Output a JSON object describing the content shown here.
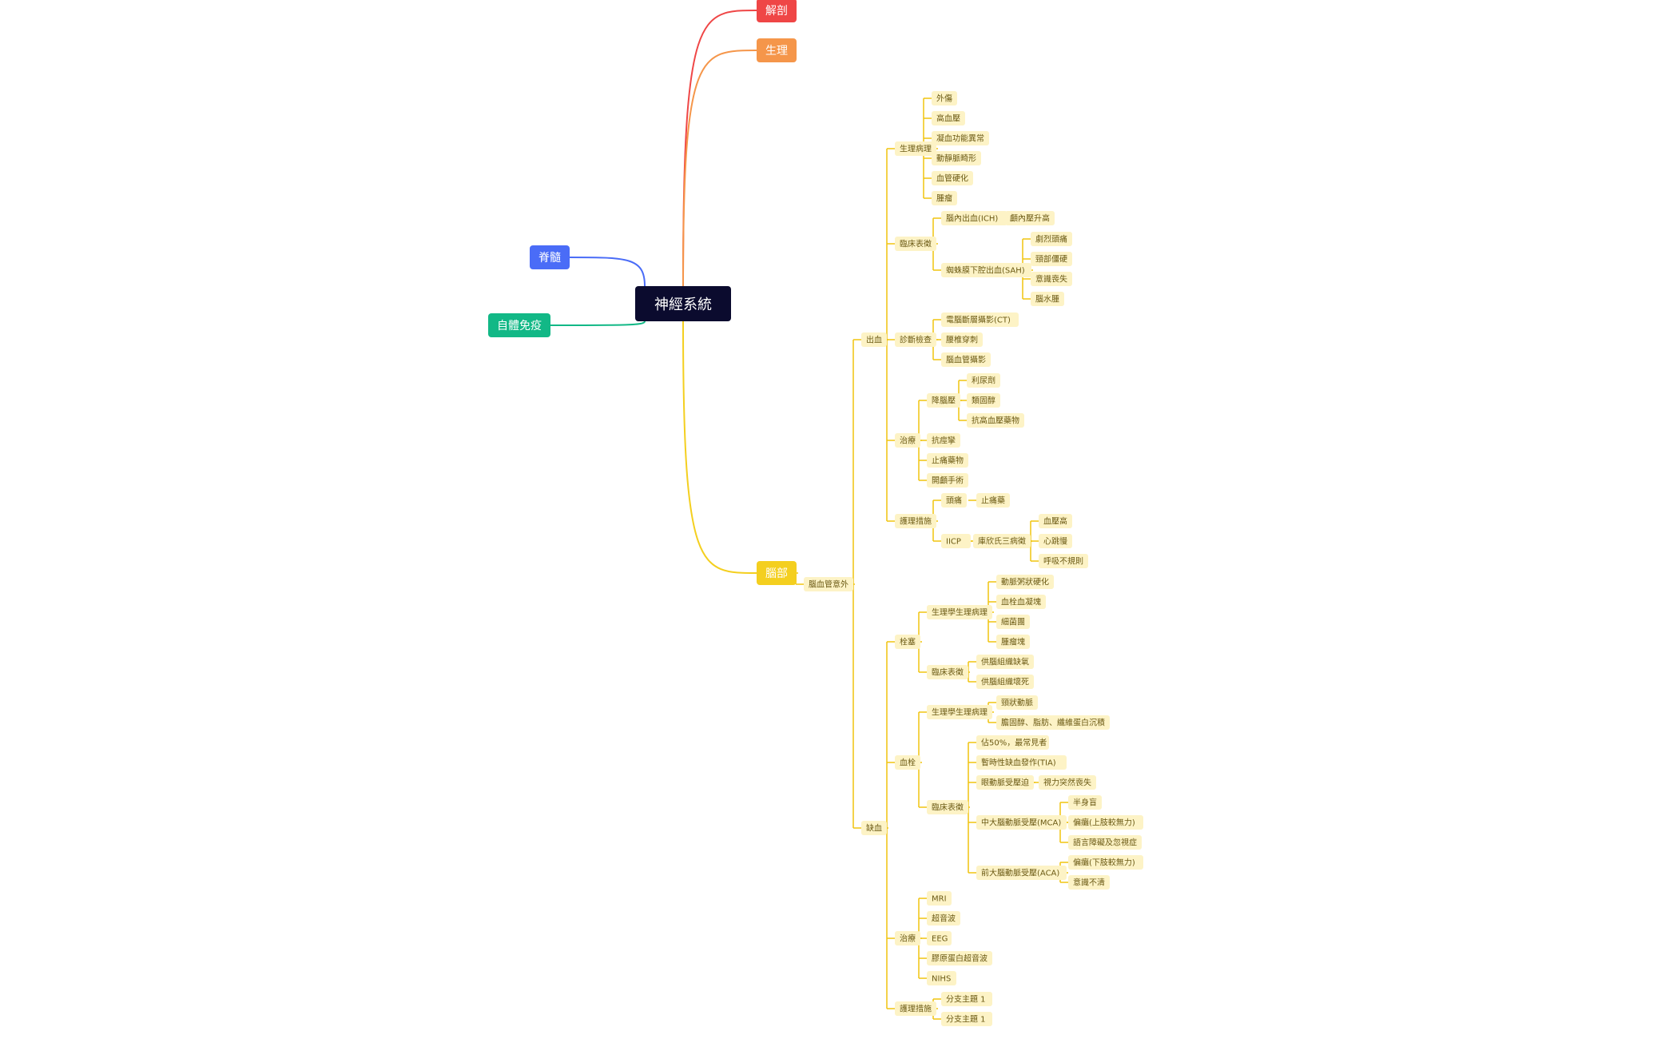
{
  "colors": {
    "root_bg": "#0b0b2e",
    "leaf_bg": "#fdf3c6",
    "leaf_text": "#6b5a14",
    "yellow_line": "#f1c40f",
    "red": "#ef4646",
    "orange": "#f5964a",
    "blue": "#4a6cf7",
    "green": "#12b886",
    "yellow": "#f4cf1f"
  },
  "root": "神經系統",
  "main_topics": [
    {
      "id": "m0",
      "label": "解剖",
      "color": "red"
    },
    {
      "id": "m1",
      "label": "生理",
      "color": "orange"
    },
    {
      "id": "m2",
      "label": "脊髓",
      "color": "blue"
    },
    {
      "id": "m3",
      "label": "自體免疫",
      "color": "green"
    },
    {
      "id": "m4",
      "label": "腦部",
      "color": "yellow"
    }
  ],
  "nodes": [
    {
      "id": "n1",
      "label": "腦血管意外",
      "parent": "m4"
    },
    {
      "id": "n2",
      "label": "出血",
      "parent": "n1"
    },
    {
      "id": "n3",
      "label": "缺血",
      "parent": "n1"
    },
    {
      "id": "n4",
      "label": "生理病理",
      "parent": "n2"
    },
    {
      "id": "n5",
      "label": "外傷",
      "parent": "n4"
    },
    {
      "id": "n6",
      "label": "高血壓",
      "parent": "n4"
    },
    {
      "id": "n7",
      "label": "凝血功能異常",
      "parent": "n4"
    },
    {
      "id": "n8",
      "label": "動靜脈畸形",
      "parent": "n4"
    },
    {
      "id": "n9",
      "label": "血管硬化",
      "parent": "n4"
    },
    {
      "id": "n10",
      "label": "腫瘤",
      "parent": "n4"
    },
    {
      "id": "n11",
      "label": "臨床表徵",
      "parent": "n2"
    },
    {
      "id": "n12",
      "label": "腦內出血(ICH)",
      "parent": "n11"
    },
    {
      "id": "n13",
      "label": "顱內壓升高",
      "parent": "n12"
    },
    {
      "id": "n14",
      "label": "蜘蛛膜下腔出血(SAH)",
      "parent": "n11"
    },
    {
      "id": "n15",
      "label": "劇烈頭痛",
      "parent": "n14"
    },
    {
      "id": "n16",
      "label": "頸部僵硬",
      "parent": "n14"
    },
    {
      "id": "n17",
      "label": "意識喪失",
      "parent": "n14"
    },
    {
      "id": "n18",
      "label": "腦水腫",
      "parent": "n14"
    },
    {
      "id": "n19",
      "label": "診斷檢查",
      "parent": "n2"
    },
    {
      "id": "n20",
      "label": "電腦斷層攝影(CT)",
      "parent": "n19"
    },
    {
      "id": "n21",
      "label": "腰椎穿刺",
      "parent": "n19"
    },
    {
      "id": "n22",
      "label": "腦血管攝影",
      "parent": "n19"
    },
    {
      "id": "n23",
      "label": "治療",
      "parent": "n2"
    },
    {
      "id": "n24",
      "label": "降腦壓",
      "parent": "n23"
    },
    {
      "id": "n25",
      "label": "利尿劑",
      "parent": "n24"
    },
    {
      "id": "n26",
      "label": "類固醇",
      "parent": "n24"
    },
    {
      "id": "n27",
      "label": "抗高血壓藥物",
      "parent": "n24"
    },
    {
      "id": "n28",
      "label": "抗痙攣",
      "parent": "n23"
    },
    {
      "id": "n29",
      "label": "止痛藥物",
      "parent": "n23"
    },
    {
      "id": "n30",
      "label": "開顱手術",
      "parent": "n23"
    },
    {
      "id": "n31",
      "label": "護理措施",
      "parent": "n2"
    },
    {
      "id": "n32",
      "label": "頭痛",
      "parent": "n31"
    },
    {
      "id": "n33",
      "label": "止痛藥",
      "parent": "n32"
    },
    {
      "id": "n34",
      "label": "IICP",
      "parent": "n31"
    },
    {
      "id": "n35",
      "label": "庫欣氏三病徵",
      "parent": "n34"
    },
    {
      "id": "n36",
      "label": "血壓高",
      "parent": "n35"
    },
    {
      "id": "n37",
      "label": "心跳慢",
      "parent": "n35"
    },
    {
      "id": "n38",
      "label": "呼吸不規則",
      "parent": "n35"
    },
    {
      "id": "n39",
      "label": "栓塞",
      "parent": "n3"
    },
    {
      "id": "n40",
      "label": "生理學生理病理",
      "parent": "n39"
    },
    {
      "id": "n41",
      "label": "動脈粥狀硬化",
      "parent": "n40"
    },
    {
      "id": "n42",
      "label": "血栓血凝塊",
      "parent": "n40"
    },
    {
      "id": "n43",
      "label": "細菌團",
      "parent": "n40"
    },
    {
      "id": "n44",
      "label": "腫瘤塊",
      "parent": "n40"
    },
    {
      "id": "n45",
      "label": "臨床表徵",
      "parent": "n39"
    },
    {
      "id": "n46",
      "label": "供腦組織缺氧",
      "parent": "n45"
    },
    {
      "id": "n47",
      "label": "供腦組織壞死",
      "parent": "n45"
    },
    {
      "id": "n48",
      "label": "血栓",
      "parent": "n3"
    },
    {
      "id": "n49",
      "label": "生理學生理病理",
      "parent": "n48"
    },
    {
      "id": "n50",
      "label": "頸狀動脈",
      "parent": "n49"
    },
    {
      "id": "n51",
      "label": "膽固醇、脂肪、纖維蛋白沉積",
      "parent": "n49"
    },
    {
      "id": "n52",
      "label": "臨床表徵",
      "parent": "n48"
    },
    {
      "id": "n53",
      "label": "佔50%，最常見者",
      "parent": "n52"
    },
    {
      "id": "n54",
      "label": "暫時性缺血發作(TIA)",
      "parent": "n52"
    },
    {
      "id": "n55",
      "label": "眼動脈受壓迫",
      "parent": "n52"
    },
    {
      "id": "n56",
      "label": "視力突然喪失",
      "parent": "n55"
    },
    {
      "id": "n57",
      "label": "中大腦動脈受壓(MCA)",
      "parent": "n52"
    },
    {
      "id": "n58",
      "label": "半身盲",
      "parent": "n57"
    },
    {
      "id": "n59",
      "label": "偏癱(上肢較無力)",
      "parent": "n57"
    },
    {
      "id": "n60",
      "label": "語言障礙及忽視症",
      "parent": "n57"
    },
    {
      "id": "n61",
      "label": "前大腦動脈受壓(ACA)",
      "parent": "n52"
    },
    {
      "id": "n62",
      "label": "偏癱(下肢較無力)",
      "parent": "n61"
    },
    {
      "id": "n63",
      "label": "意識不清",
      "parent": "n61"
    },
    {
      "id": "n64",
      "label": "治療",
      "parent": "n3"
    },
    {
      "id": "n65",
      "label": "MRI",
      "parent": "n64"
    },
    {
      "id": "n66",
      "label": "超音波",
      "parent": "n64"
    },
    {
      "id": "n67",
      "label": "EEG",
      "parent": "n64"
    },
    {
      "id": "n68",
      "label": "膠原蛋白超音波",
      "parent": "n64"
    },
    {
      "id": "n69",
      "label": "NIHS",
      "parent": "n64"
    },
    {
      "id": "n70",
      "label": "護理措施",
      "parent": "n3"
    },
    {
      "id": "n71",
      "label": "分支主題 1",
      "parent": "n70"
    },
    {
      "id": "n72",
      "label": "分支主題 1",
      "parent": "n70"
    }
  ]
}
